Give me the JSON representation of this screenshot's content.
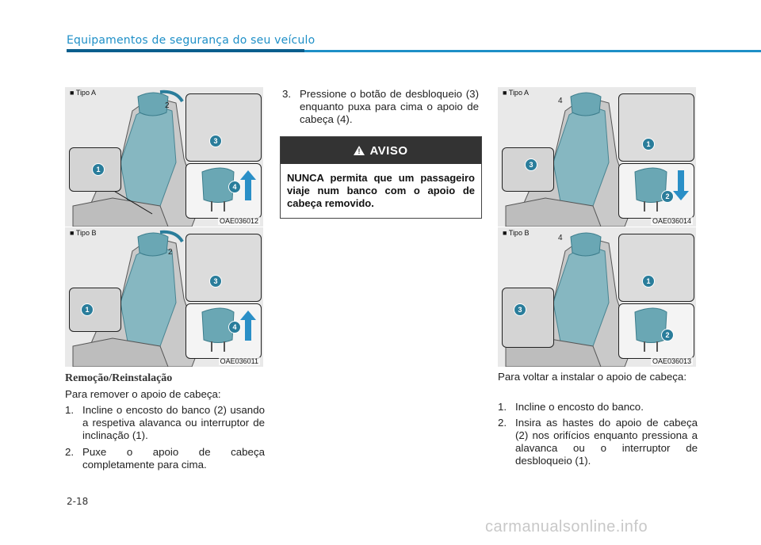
{
  "header": {
    "title": "Equipamentos de segurança do seu veículo"
  },
  "figures": {
    "fig1": {
      "label": "■ Tipo A",
      "code": "OAE036012",
      "nums": [
        "1",
        "2",
        "3",
        "4"
      ]
    },
    "fig2": {
      "label": "■ Tipo B",
      "code": "OAE036011",
      "nums": [
        "1",
        "2",
        "3",
        "4"
      ]
    },
    "fig3": {
      "label": "■ Tipo A",
      "code": "OAE036014",
      "nums": [
        "1",
        "2",
        "3",
        "4"
      ]
    },
    "fig4": {
      "label": "■ Tipo B",
      "code": "OAE036013",
      "nums": [
        "1",
        "2",
        "3",
        "4"
      ]
    }
  },
  "left": {
    "section_title": "Remoção/Reinstalação",
    "intro": "Para remover o apoio de cabeça:",
    "items": [
      {
        "num": "1.",
        "text": "Incline o encosto do banco (2) usando a respetiva alavanca ou interruptor de inclinação (1)."
      },
      {
        "num": "2.",
        "text": "Puxe o apoio de cabeça completamente para cima."
      }
    ]
  },
  "middle": {
    "item3": {
      "num": "3.",
      "text": "Pressione o botão de desbloqueio (3) enquanto puxa para cima o apoio de cabeça (4)."
    },
    "warning": {
      "title": "AVISO",
      "symbol": "!",
      "body": "NUNCA permita que um passageiro viaje num banco com o apoio de cabeça removido."
    }
  },
  "right": {
    "intro": "Para voltar a instalar o apoio de cabeça:",
    "items": [
      {
        "num": "1.",
        "text": "Incline o encosto do banco."
      },
      {
        "num": "2.",
        "text": "Insira as hastes do apoio de cabeça (2) nos orifícios enquanto pressiona a alavanca ou o interruptor de desbloqueio (1)."
      }
    ]
  },
  "footer": {
    "page_number": "2-18",
    "watermark": "carmanualsonline.info"
  },
  "colors": {
    "accent": "#1e8fc7",
    "accent_dark": "#0a5e8d",
    "teal": "#4a9fb0",
    "warning_head": "#333333"
  }
}
